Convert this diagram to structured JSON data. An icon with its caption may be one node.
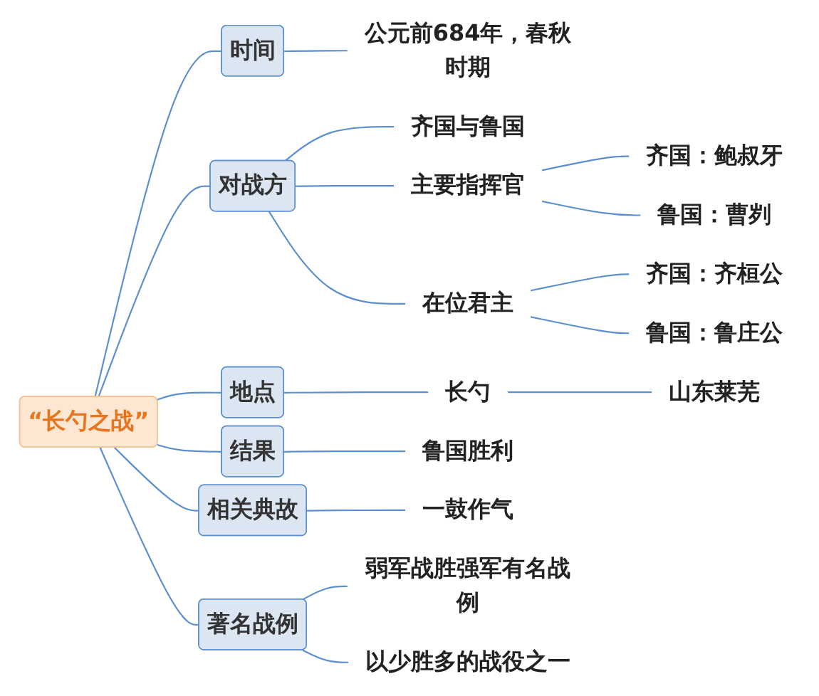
{
  "diagram": {
    "nodes": [
      {
        "text": [
          "“长勺之战”"
        ]
      },
      {
        "text": [
          "时间"
        ]
      },
      {
        "text": [
          "公元前684年，春秋时期"
        ]
      },
      {
        "text": [
          "对战方"
        ]
      },
      {
        "text": [
          "齐国与鲁国"
        ]
      },
      {
        "text": [
          "主要指挥官"
        ]
      },
      {
        "text": [
          "齐国：鲍叔牙"
        ]
      },
      {
        "text": [
          "鲁国：曹刿"
        ]
      },
      {
        "text": [
          "在位君主"
        ]
      },
      {
        "text": [
          "齐国：齐桓公"
        ]
      },
      {
        "text": [
          "鲁国：鲁庄公"
        ]
      },
      {
        "text": [
          "地点"
        ]
      },
      {
        "text": [
          "长勺"
        ]
      },
      {
        "text": [
          "山东莱芜"
        ]
      },
      {
        "text": [
          "结果"
        ]
      },
      {
        "text": [
          "鲁国胜利"
        ]
      },
      {
        "text": [
          "相关典故"
        ]
      },
      {
        "text": [
          "一鼓作气"
        ]
      },
      {
        "text": [
          "著名战例"
        ]
      },
      {
        "text": [
          "弱军战胜强军有名战例"
        ]
      },
      {
        "text": [
          "以少胜多的战役之一"
        ]
      }
    ],
    "edges": [
      {
        "from": 0,
        "to": 1,
        "arrow": "none"
      },
      {
        "from": 1,
        "to": 2,
        "arrow": "none"
      },
      {
        "from": 0,
        "to": 3,
        "arrow": "none"
      },
      {
        "from": 3,
        "to": 4,
        "arrow": "none"
      },
      {
        "from": 3,
        "to": 5,
        "arrow": "none"
      },
      {
        "from": 5,
        "to": 6,
        "arrow": "none"
      },
      {
        "from": 5,
        "to": 7,
        "arrow": "none"
      },
      {
        "from": 3,
        "to": 8,
        "arrow": "none"
      },
      {
        "from": 8,
        "to": 9,
        "arrow": "none"
      },
      {
        "from": 8,
        "to": 10,
        "arrow": "none"
      },
      {
        "from": 0,
        "to": 11,
        "arrow": "none"
      },
      {
        "from": 11,
        "to": 12,
        "arrow": "none"
      },
      {
        "from": 12,
        "to": 13,
        "arrow": "none"
      },
      {
        "from": 0,
        "to": 14,
        "arrow": "none"
      },
      {
        "from": 14,
        "to": 15,
        "arrow": "none"
      },
      {
        "from": 0,
        "to": 16,
        "arrow": "none"
      },
      {
        "from": 16,
        "to": 17,
        "arrow": "none"
      },
      {
        "from": 0,
        "to": 18,
        "arrow": "none"
      },
      {
        "from": 18,
        "to": 19,
        "arrow": "none"
      },
      {
        "from": 18,
        "to": 20,
        "arrow": "none"
      }
    ]
  }
}
